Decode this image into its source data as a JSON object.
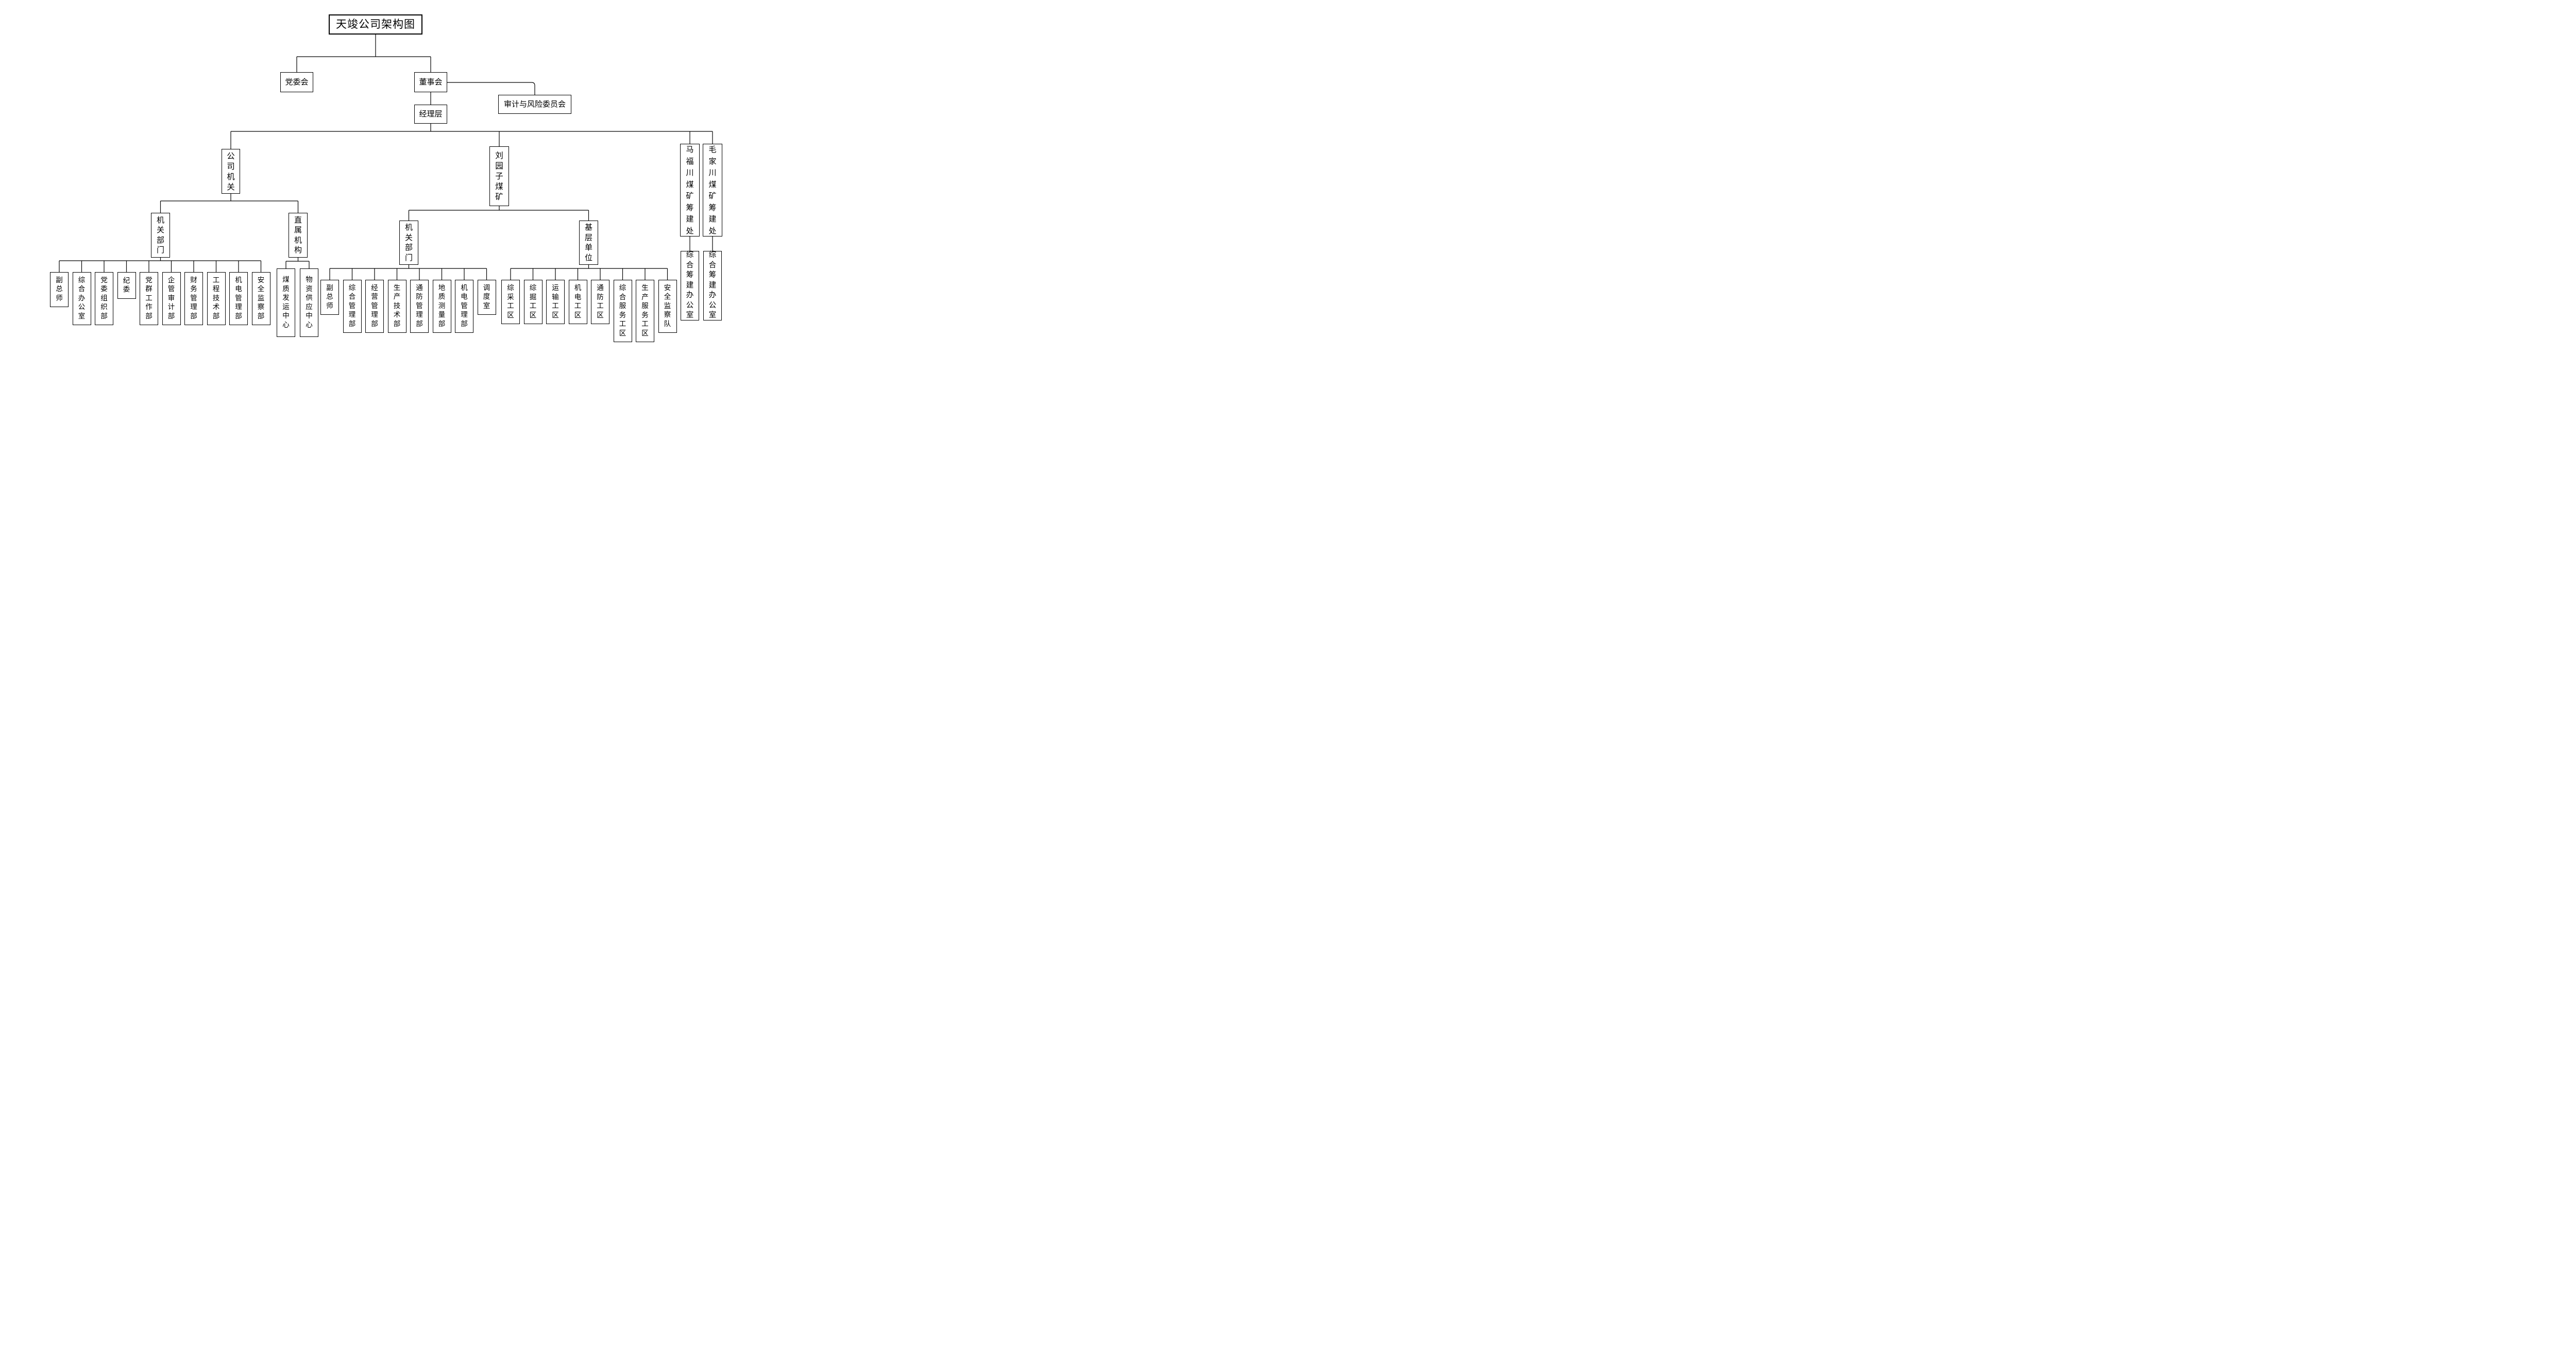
{
  "org": {
    "title": "天竣公司架构图",
    "party_committee": "党委会",
    "board": "董事会",
    "audit_risk_committee": "审计与风险委员会",
    "management_layer": "经理层",
    "branches": {
      "company_hq": "公司机关",
      "liuyuanzi_mine": "刘园子煤矿",
      "mafuchuan_prep": "马福川煤矿筹建处",
      "maojiachuan_prep": "毛家川煤矿筹建处"
    },
    "company_hq_groups": {
      "departments_label": "机关部门",
      "direct_label": "直属机构"
    },
    "company_hq_departments": [
      "副总师",
      "综合办公室",
      "党委组织部",
      "纪委",
      "党群工作部",
      "企管审计部",
      "财务管理部",
      "工程技术部",
      "机电管理部",
      "安全监察部"
    ],
    "direct_units": [
      "煤质发运中心",
      "物资供应中心"
    ],
    "mine_groups": {
      "departments_label": "机关部门",
      "grassroots_label": "基层单位"
    },
    "mine_departments": [
      "副总师",
      "综合管理部",
      "经营管理部",
      "生产技术部",
      "通防管理部",
      "地质测量部",
      "机电管理部",
      "调度室"
    ],
    "grassroots_units": [
      "综采工区",
      "综掘工区",
      "运输工区",
      "机电工区",
      "通防工区",
      "综合服务工区",
      "生产服务工区",
      "安全监察队"
    ],
    "prep_offices": {
      "mafuchuan_office": "综合筹建办公室",
      "maojiachuan_office": "综合筹建办公室"
    }
  }
}
